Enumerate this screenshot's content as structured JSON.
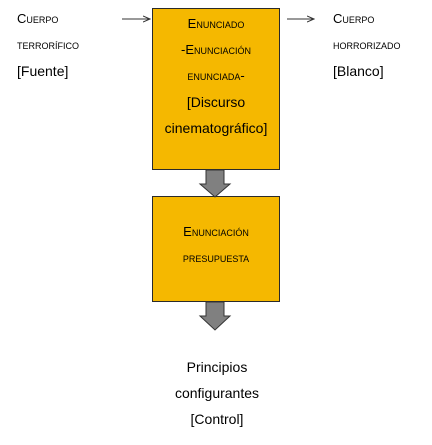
{
  "left_label": {
    "line1": "Cuerpo",
    "line2": "terrorífico",
    "line3": "[Fuente]"
  },
  "right_label": {
    "line1": "Cuerpo",
    "line2": "horrorizado",
    "line3": "[Blanco]"
  },
  "top_box": {
    "line1": "Enunciado",
    "line2": "-Enunciación",
    "line3": "enunciada-",
    "line4": "[Discurso",
    "line5": "cinematográfico]"
  },
  "middle_box": {
    "line1": "Enunciación",
    "line2": "presupuesta"
  },
  "bottom_label": {
    "line1": "Principios",
    "line2": "configurantes",
    "line3": "[Control]"
  },
  "colors": {
    "box_fill": "#f5b800",
    "box_border": "#2a2a2a",
    "block_arrow_fill": "#808080"
  }
}
